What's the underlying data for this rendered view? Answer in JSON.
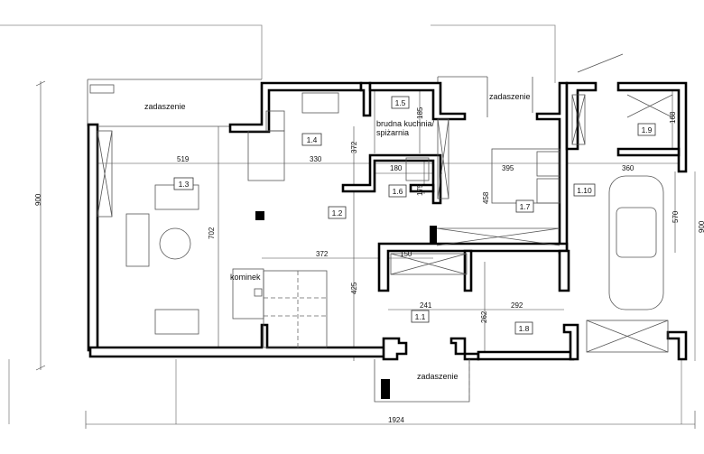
{
  "plan": {
    "rooms": [
      {
        "id": "1.1"
      },
      {
        "id": "1.2"
      },
      {
        "id": "1.3"
      },
      {
        "id": "1.4"
      },
      {
        "id": "1.5"
      },
      {
        "id": "1.6"
      },
      {
        "id": "1.7"
      },
      {
        "id": "1.8"
      },
      {
        "id": "1.9"
      },
      {
        "id": "1.10"
      }
    ],
    "labels": {
      "zadaszenie_top_left": "zadaszenie",
      "zadaszenie_top_right": "zadaszenie",
      "zadaszenie_bottom": "zadaszenie",
      "kominek": "kominek",
      "pantry_line1": "brudna kuchnia/",
      "pantry_line2": "spiżarnia"
    },
    "dimensions": {
      "d519": "519",
      "d330": "330",
      "d372v": "372",
      "d185": "185",
      "d180": "180",
      "d175": "175",
      "d395": "395",
      "d360": "360",
      "d458": "458",
      "d168": "168",
      "d570": "570",
      "d702": "702",
      "d372h": "372",
      "d150": "150",
      "d425": "425",
      "d241": "241",
      "d292": "292",
      "d262": "262",
      "d1924": "1924",
      "d900l": "900",
      "d900r": "900"
    }
  }
}
